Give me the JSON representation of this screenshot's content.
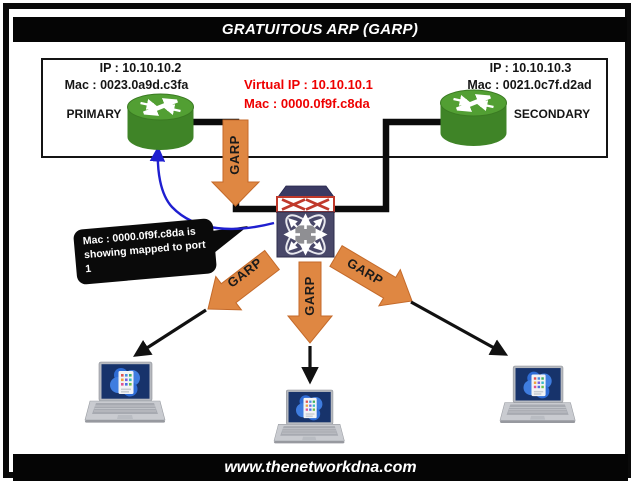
{
  "title": "GRATUITOUS ARP (GARP)",
  "footer": "www.thenetworkdna.com",
  "garp_label": "GARP",
  "devices": {
    "primary": {
      "ip": "IP : 10.10.10.2",
      "mac": "Mac : 0023.0a9d.c3fa",
      "label": "PRIMARY"
    },
    "secondary": {
      "ip": "IP : 10.10.10.3",
      "mac": "Mac : 0021.0c7f.d2ad",
      "label": "SECONDARY"
    },
    "virtual": {
      "ip": "Virtual IP : 10.10.10.1",
      "mac": "Mac : 0000.0f9f.c8da"
    }
  },
  "callout": {
    "text": "Mac : 0000.0f9f.c8da is showing mapped to port 1"
  },
  "colors": {
    "garp_orange": "#df8742",
    "router_green": "#4f9c2f",
    "virtual_red": "#ee0000",
    "pointer_blue": "#1f1fd0",
    "frame_black": "#0a0a0a"
  }
}
